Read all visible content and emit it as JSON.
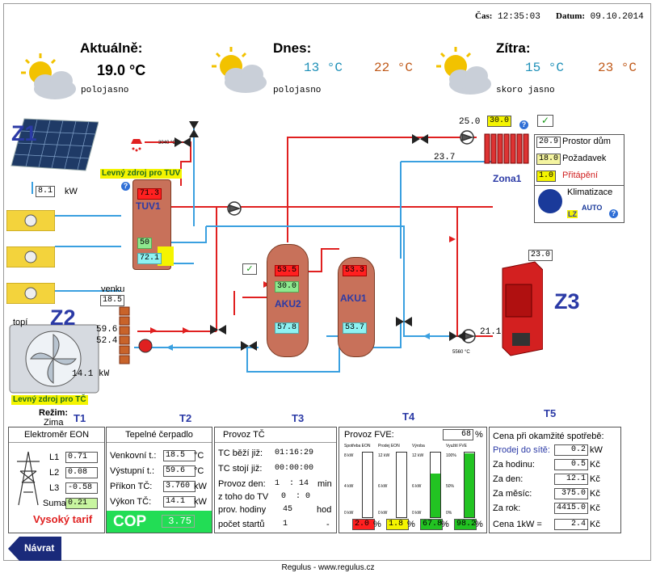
{
  "header": {
    "time_label": "Čas:",
    "time": "12:35:03",
    "date_label": "Datum:",
    "date": "09.10.2014"
  },
  "weather": {
    "now": {
      "title": "Aktuálně:",
      "temp": "19.0 °C",
      "desc": "polojasno"
    },
    "today": {
      "title": "Dnes:",
      "t_min": "13 °C",
      "t_max": "22 °C",
      "desc": "polojasno"
    },
    "tomorrow": {
      "title": "Zítra:",
      "t_min": "15 °C",
      "t_max": "23 °C",
      "desc": "skoro jasno"
    }
  },
  "zones": {
    "z1": "Z1",
    "z2": "Z2",
    "z3": "Z3"
  },
  "solar": {
    "power": "8.1",
    "unit": "kW",
    "cheap_tuv": "Levný zdroj pro TUV"
  },
  "tuv": {
    "label": "TUV1",
    "top": "71.3",
    "mid": "50",
    "bottom": "72.1",
    "valve_note": "3040 °C"
  },
  "hp": {
    "outside_label": "venku",
    "outside": "18.5",
    "supply": "59.6",
    "return": "52.4",
    "power": "14.1",
    "unit": "kW",
    "heating": "topí",
    "cheap_tc": "Levný zdroj pro TČ",
    "mode_label": "Režim:",
    "mode": "Zima"
  },
  "aku2": {
    "label": "AKU2",
    "top": "53.5",
    "mid": "30.0",
    "bottom": "57.8"
  },
  "aku1": {
    "label": "AKU1",
    "top": "53.3",
    "bottom": "53.7"
  },
  "boiler": {
    "temp": "23.0",
    "out": "21.1",
    "valve_note": "5560 °C"
  },
  "zone1": {
    "label": "Zona1",
    "supply": "25.0",
    "setpoint": "30.0",
    "return": "23.7",
    "room_val": "20.9",
    "room_label": "Prostor dům",
    "req_val": "18.0",
    "req_label": "Požadavek",
    "boost_val": "1.0",
    "boost_label": "Přitápění",
    "ac_label": "Klimatizace",
    "lz": "LZ",
    "auto": "AUTO"
  },
  "t1": {
    "tag": "T1",
    "title": "Elektroměr EON",
    "rows": [
      {
        "label": "L1",
        "val": "0.71"
      },
      {
        "label": "L2",
        "val": "0.08"
      },
      {
        "label": "L3",
        "val": "-0.58"
      },
      {
        "label": "Suma:",
        "val": "0.21"
      }
    ],
    "tariff": "Vysoký tarif"
  },
  "t2": {
    "tag": "T2",
    "title": "Tepelné čerpadlo",
    "rows": [
      {
        "label": "Venkovní t.:",
        "val": "18.5",
        "unit": "°C"
      },
      {
        "label": "Výstupní t.:",
        "val": "59.6",
        "unit": "°C"
      },
      {
        "label": "Příkon TČ:",
        "val": "3.760",
        "unit": "kW"
      },
      {
        "label": "Výkon TČ:",
        "val": "14.1",
        "unit": "kW"
      }
    ],
    "cop_label": "COP",
    "cop": "3.75"
  },
  "t3": {
    "tag": "T3",
    "title": "Provoz TČ",
    "rows": [
      {
        "label": "TC běží již:",
        "val": "01:16:29",
        "unit": ""
      },
      {
        "label": "TC stojí již:",
        "val": "00:00:00",
        "unit": ""
      },
      {
        "label": "Provoz den:",
        "val": "1  : 14",
        "unit": "min"
      },
      {
        "label": "z toho do TV",
        "val": "0  : 0",
        "unit": ""
      },
      {
        "label": "prov. hodiny",
        "val": "45",
        "unit": "hod"
      },
      {
        "label": "počet startů",
        "val": "1",
        "unit": "-"
      }
    ]
  },
  "t4": {
    "tag": "T4",
    "title": "Provoz FVE:",
    "pct": "68",
    "pct_unit": "%",
    "bars": [
      {
        "name": "Spotřeba EON",
        "top": "8 kW",
        "mid": "4 kW",
        "bot": "0 kW",
        "val": "2.0",
        "unit": "%",
        "fill": 0.0,
        "color": "#ff2020"
      },
      {
        "name": "Prodej EON",
        "top": "12 kW",
        "mid": "6 kW",
        "bot": "0 kW",
        "val": "1.8",
        "unit": "%",
        "fill": 0.0,
        "color": "#f4f400"
      },
      {
        "name": "Výroba",
        "top": "12 kW",
        "mid": "6 kW",
        "bot": "0 kW",
        "val": "67.8",
        "unit": "%",
        "fill": 0.678,
        "color": "#22c322"
      },
      {
        "name": "Využití FVE",
        "top": "100%",
        "mid": "50%",
        "bot": "0%",
        "val": "98.2",
        "unit": "%",
        "fill": 0.982,
        "color": "#22c322"
      }
    ]
  },
  "t5": {
    "tag": "T5",
    "title": "Cena při okamžité spotřebě:",
    "rows": [
      {
        "label": "Prodej do sítě:",
        "val": "0.2",
        "unit": "kW",
        "blue": true
      },
      {
        "label": "Za hodinu:",
        "val": "0.5",
        "unit": "Kč",
        "blue": false
      },
      {
        "label": "Za den:",
        "val": "12.1",
        "unit": "Kč",
        "blue": false
      },
      {
        "label": "Za měsíc:",
        "val": "375.0",
        "unit": "Kč",
        "blue": false
      },
      {
        "label": "Za rok:",
        "val": "4415.0",
        "unit": "Kč",
        "blue": false
      }
    ],
    "price_label": "Cena 1kW =",
    "price": "2.4",
    "price_unit": "Kč"
  },
  "nav": {
    "back": "Návrat"
  },
  "footer": {
    "text": "Regulus - www.regulus.cz"
  },
  "colors": {
    "hot": "#e02020",
    "cold": "#3aa0e0",
    "title_blue": "#2b3aa6",
    "cop_bg": "#22dd55"
  }
}
